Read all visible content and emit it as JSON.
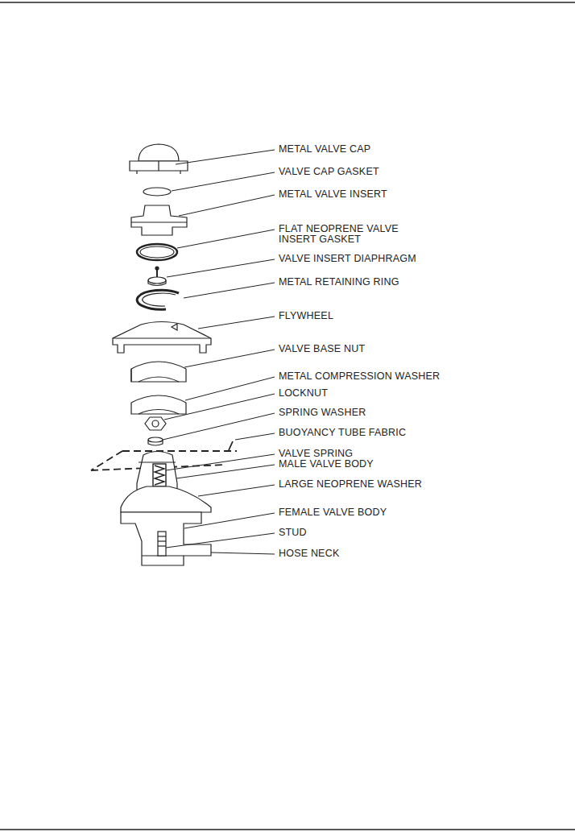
{
  "diagram": {
    "labels": [
      "METAL VALVE CAP",
      "VALVE CAP GASKET",
      "METAL VALVE INSERT",
      "FLAT NEOPRENE VALVE INSERT GASKET",
      "VALVE INSERT DIAPHRAGM",
      "METAL RETAINING RING",
      "FLYWHEEL",
      "VALVE BASE NUT",
      "METAL COMPRESSION WASHER",
      "LOCKNUT",
      "SPRING WASHER",
      "BUOYANCY TUBE FABRIC",
      "VALVE SPRING",
      "MALE VALVE BODY",
      "LARGE NEOPRENE WASHER",
      "FEMALE VALVE BODY",
      "STUD",
      "HOSE NECK"
    ]
  }
}
